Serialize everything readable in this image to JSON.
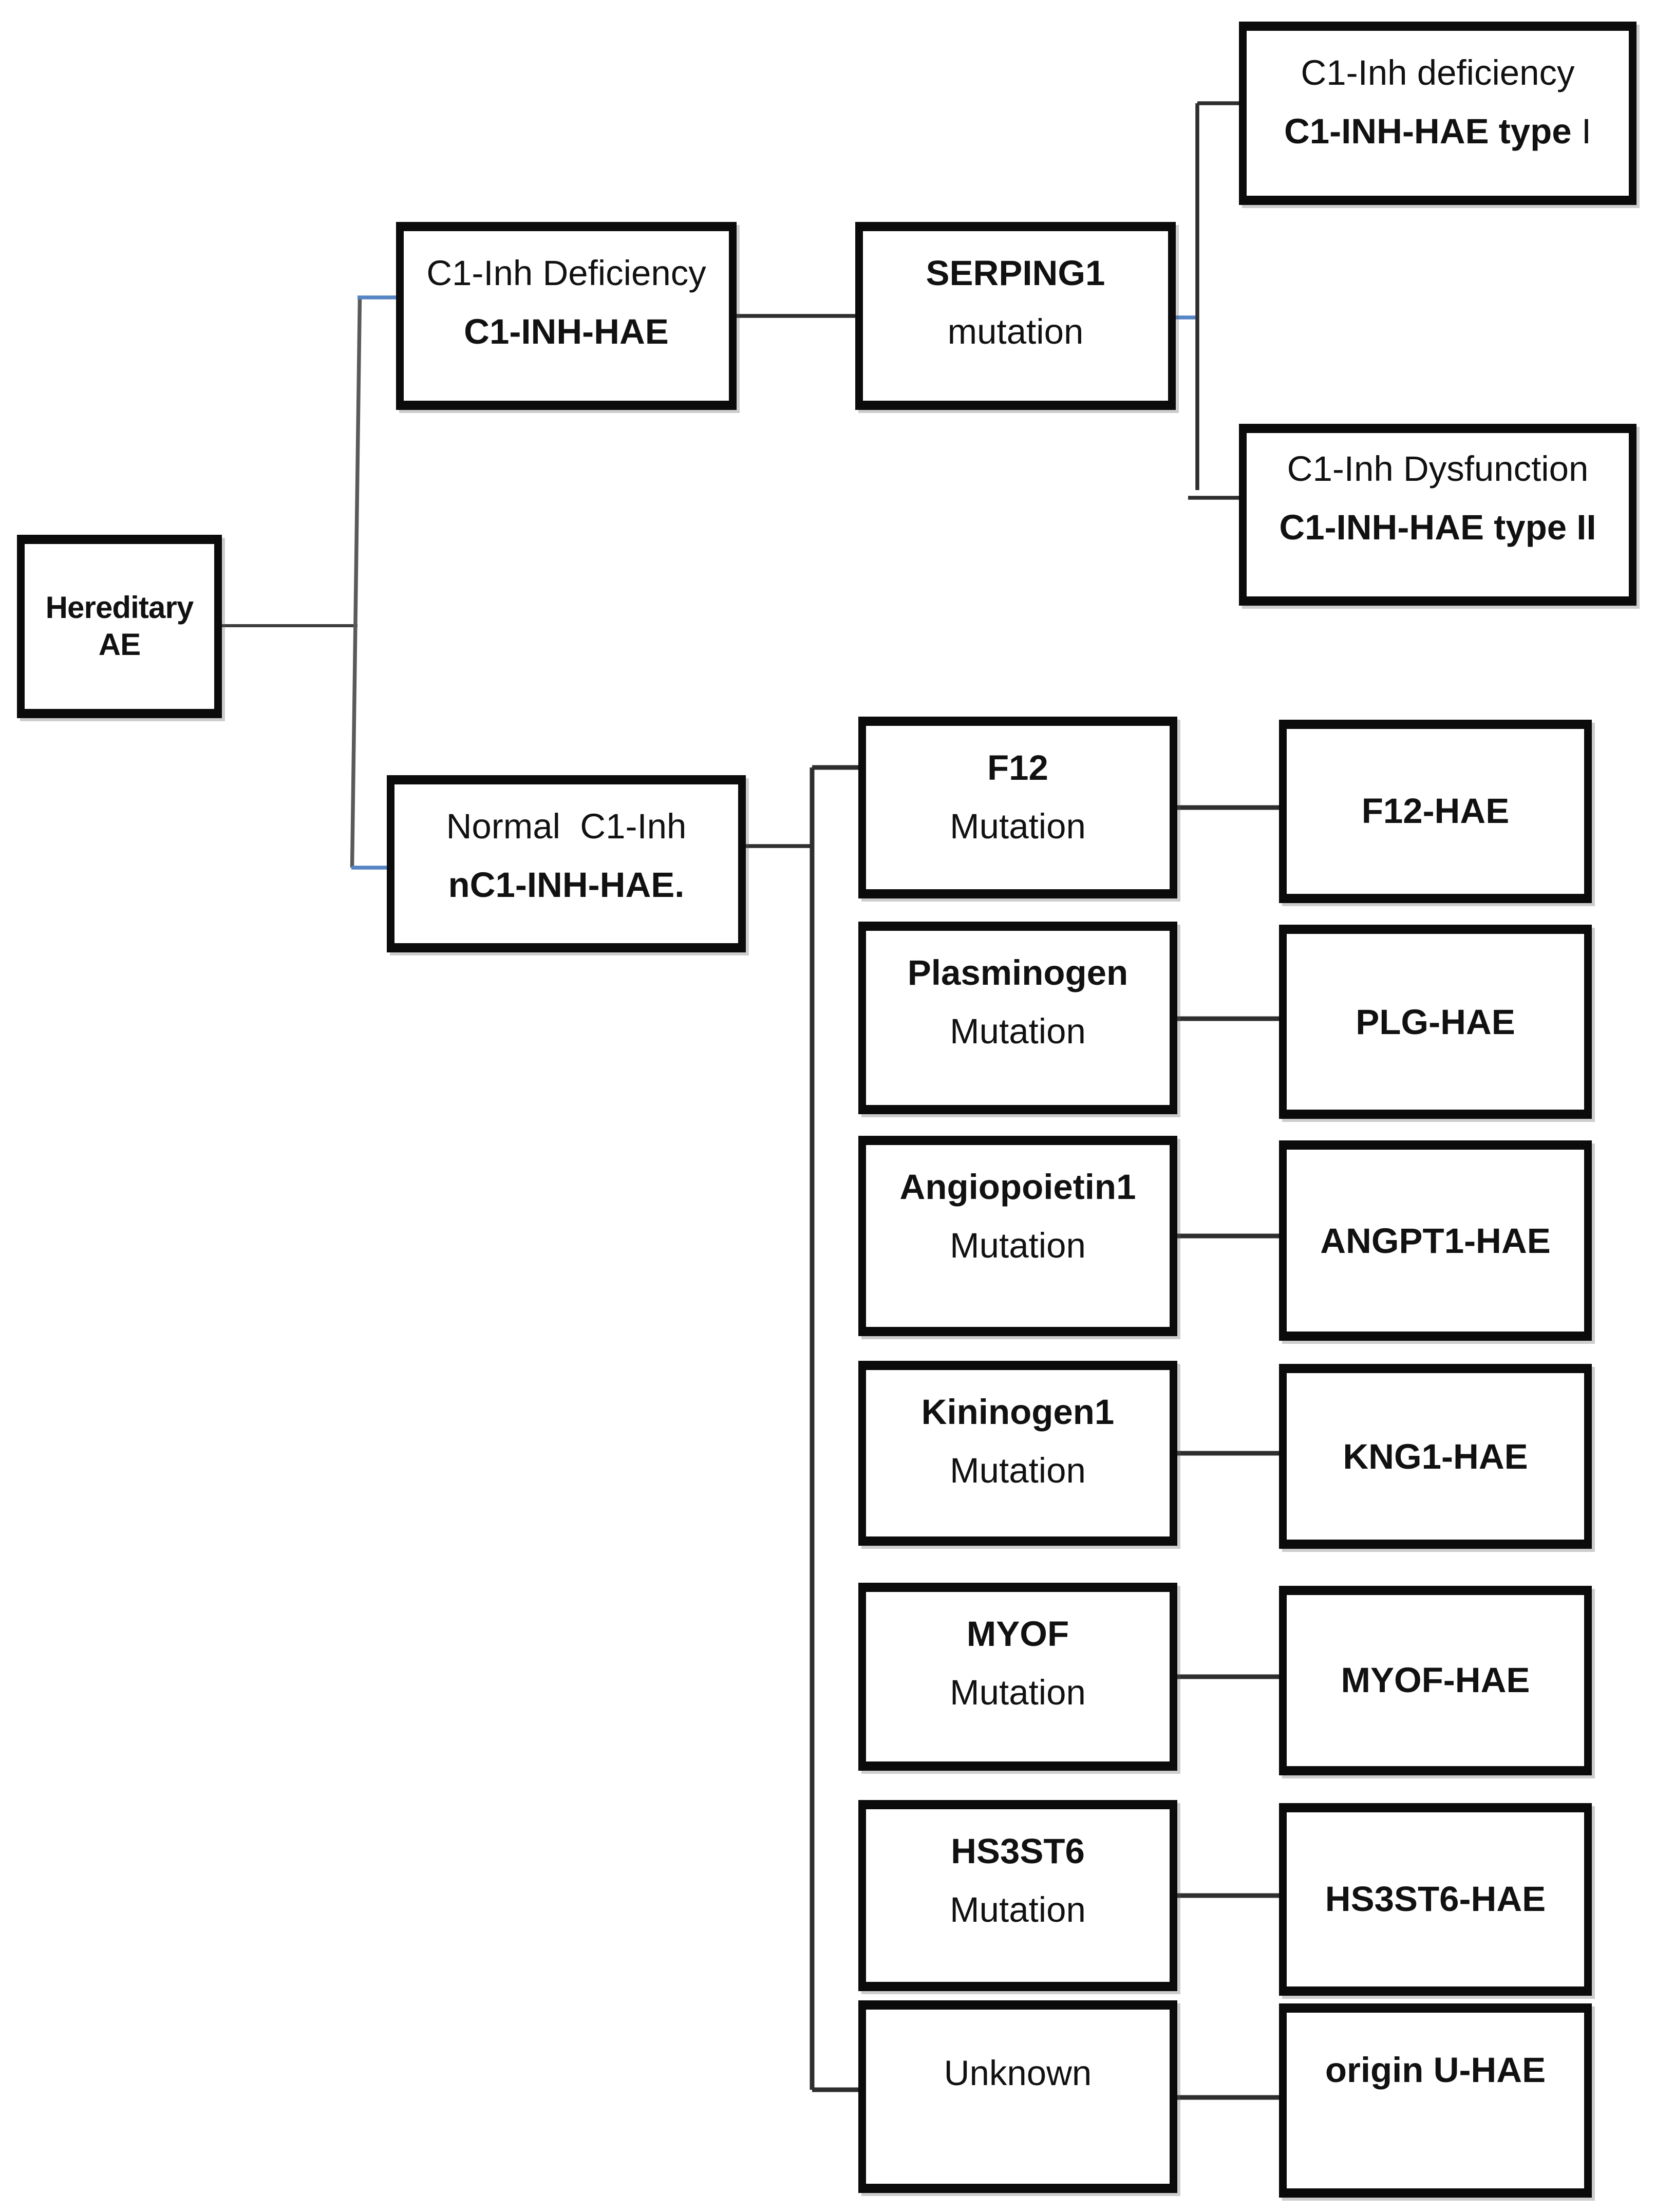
{
  "title": "Hereditary angioedema classification flowchart",
  "colors": {
    "background": "#ffffff",
    "box_border": "#0b0b0b",
    "text": "#111111",
    "connector_dark": "#2e2e2e",
    "connector_gray": "#5a5a5a",
    "accent_blue": "#5585c4"
  },
  "root": {
    "label": "Hereditary AE"
  },
  "c1_deficiency": {
    "line1": "C1-Inh Deficiency",
    "line2": "C1-INH-HAE"
  },
  "serping1": {
    "line1": "SERPING1",
    "line2": "mutation"
  },
  "type1": {
    "line1": "C1-Inh deficiency",
    "line2_bold": "C1-INH-HAE type",
    "line2_regular": "I"
  },
  "type2": {
    "line1": "C1-Inh Dysfunction",
    "line2": "C1-INH-HAE type II"
  },
  "normal_c1": {
    "line1": "Normal  C1-Inh",
    "line2": "nC1-INH-HAE."
  },
  "rows": [
    {
      "id": "f12",
      "gene": "F12",
      "label": "Mutation",
      "result": "F12-HAE"
    },
    {
      "id": "plg",
      "gene": "Plasminogen",
      "label": "Mutation",
      "result": "PLG-HAE"
    },
    {
      "id": "angpt1",
      "gene": "Angiopoietin1",
      "label": "Mutation",
      "result": "ANGPT1-HAE"
    },
    {
      "id": "kng1",
      "gene": "Kininogen1",
      "label": "Mutation",
      "result": "KNG1-HAE"
    },
    {
      "id": "myof",
      "gene": "MYOF",
      "label": "Mutation",
      "result": "MYOF-HAE"
    },
    {
      "id": "hs3st6",
      "gene": "HS3ST6",
      "label": "Mutation",
      "result": "HS3ST6-HAE"
    },
    {
      "id": "unknown",
      "gene": "Unknown",
      "label": "",
      "result": "origin U-HAE"
    }
  ]
}
